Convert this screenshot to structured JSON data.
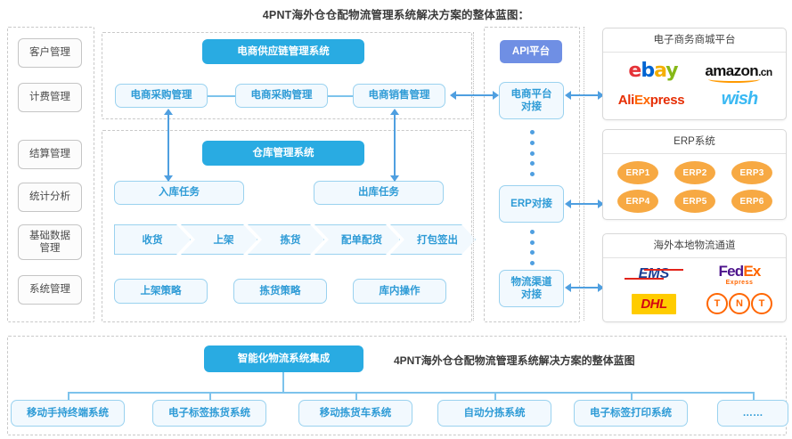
{
  "title": "4PNT海外仓仓配物流管理系统解决方案的整体蓝图：",
  "sidebar": {
    "items": [
      {
        "label": "客户管理"
      },
      {
        "label": "计费管理"
      },
      {
        "label": "结算管理"
      },
      {
        "label": "统计分析"
      },
      {
        "label": "基础数据\n管理"
      },
      {
        "label": "系统管理"
      }
    ]
  },
  "supply_chain": {
    "header": "电商供应链管理系统",
    "nodes": [
      {
        "label": "电商采购管理"
      },
      {
        "label": "电商采购管理"
      },
      {
        "label": "电商销售管理"
      }
    ]
  },
  "warehouse": {
    "header": "仓库管理系统",
    "tasks": [
      {
        "label": "入库任务"
      },
      {
        "label": "出库任务"
      }
    ],
    "process": [
      {
        "label": "收货"
      },
      {
        "label": "上架"
      },
      {
        "label": "拣货"
      },
      {
        "label": "配单配货"
      },
      {
        "label": "打包签出"
      }
    ],
    "strategies": [
      {
        "label": "上架策略"
      },
      {
        "label": "拣货策略"
      },
      {
        "label": "库内操作"
      }
    ]
  },
  "api": {
    "header": "API平台",
    "connectors": [
      {
        "label": "电商平台\n对接"
      },
      {
        "label": "ERP对接"
      },
      {
        "label": "物流渠道\n对接"
      }
    ]
  },
  "panels": {
    "ecommerce": {
      "title": "电子商务商城平台",
      "brands": [
        "ebay",
        "amazon.cn",
        "AliExpress",
        "wish"
      ]
    },
    "erp": {
      "title": "ERP系统",
      "items": [
        "ERP1",
        "ERP2",
        "ERP3",
        "ERP4",
        "ERP5",
        "ERP6"
      ]
    },
    "logistics": {
      "title": "海外本地物流通道",
      "brands": [
        "EMS",
        "FedEx Express",
        "DHL",
        "TNT"
      ]
    }
  },
  "bottom": {
    "header": "智能化物流系统集成",
    "note": "4PNT海外仓仓配物流管理系统解决方案的整体蓝图",
    "items": [
      {
        "label": "移动手持终端系统"
      },
      {
        "label": "电子标签拣货系统"
      },
      {
        "label": "移动拣货车系统"
      },
      {
        "label": "自动分拣系统"
      },
      {
        "label": "电子标签打印系统"
      },
      {
        "label": "……"
      }
    ]
  },
  "colors": {
    "accent_blue": "#29abe2",
    "api_purple": "#6f8fe4",
    "light_blue_fill": "#f2f9fe",
    "light_blue_border": "#9ad2ef",
    "erp_orange": "#f7a943",
    "connector": "#4f9fe0"
  }
}
